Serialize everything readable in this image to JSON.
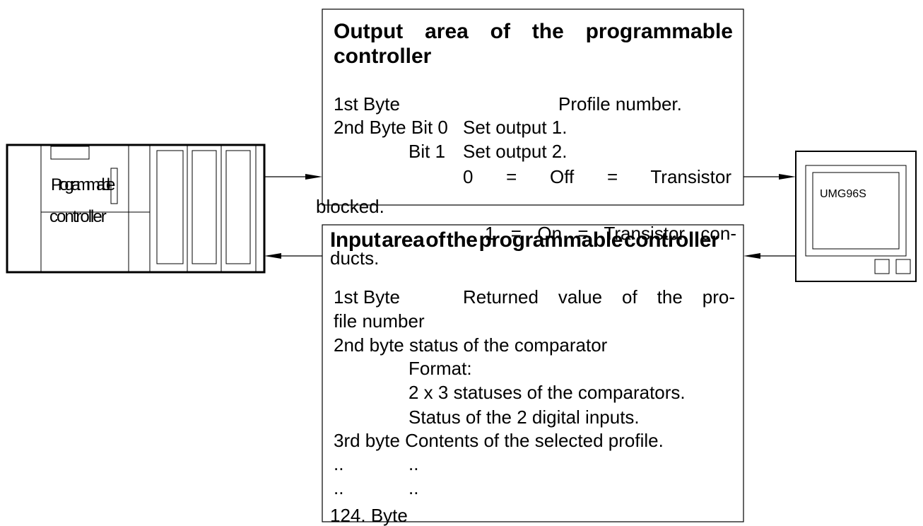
{
  "plc": {
    "label_line1": "Programmable",
    "label_line2": "controller"
  },
  "device": {
    "label": "UMG96S"
  },
  "output_area": {
    "title_line1": "Output area of the programmable",
    "title_line2": "controller",
    "byte1_label": "1st Byte",
    "byte1_value": "Profile number.",
    "byte2_label": "2nd Byte Bit 0",
    "bit0_desc": "Set output 1.",
    "bit1_label": "Bit 1",
    "bit1_desc": "Set output 2.",
    "off_line": "0 = Off = Transistor",
    "off_cont": "blocked.",
    "on_line": "1 = On = Transistor con-",
    "on_cont": "ducts."
  },
  "input_area": {
    "title": "Input area of the programmable controller",
    "byte1_label": "1st Byte",
    "byte1_value": "Returned value of the pro-",
    "byte1_cont": "file number",
    "byte2": "2nd byte status of the comparator",
    "format_label": "Format:",
    "format_line1": "2 x 3 statuses of the comparators.",
    "format_line2": "Status of the 2 digital inputs.",
    "byte3": "3rd byte Contents of the selected profile.",
    "ellipsis_rows": [
      [
        "..",
        ".."
      ],
      [
        "..",
        ".."
      ]
    ],
    "last_byte": "124. Byte"
  }
}
